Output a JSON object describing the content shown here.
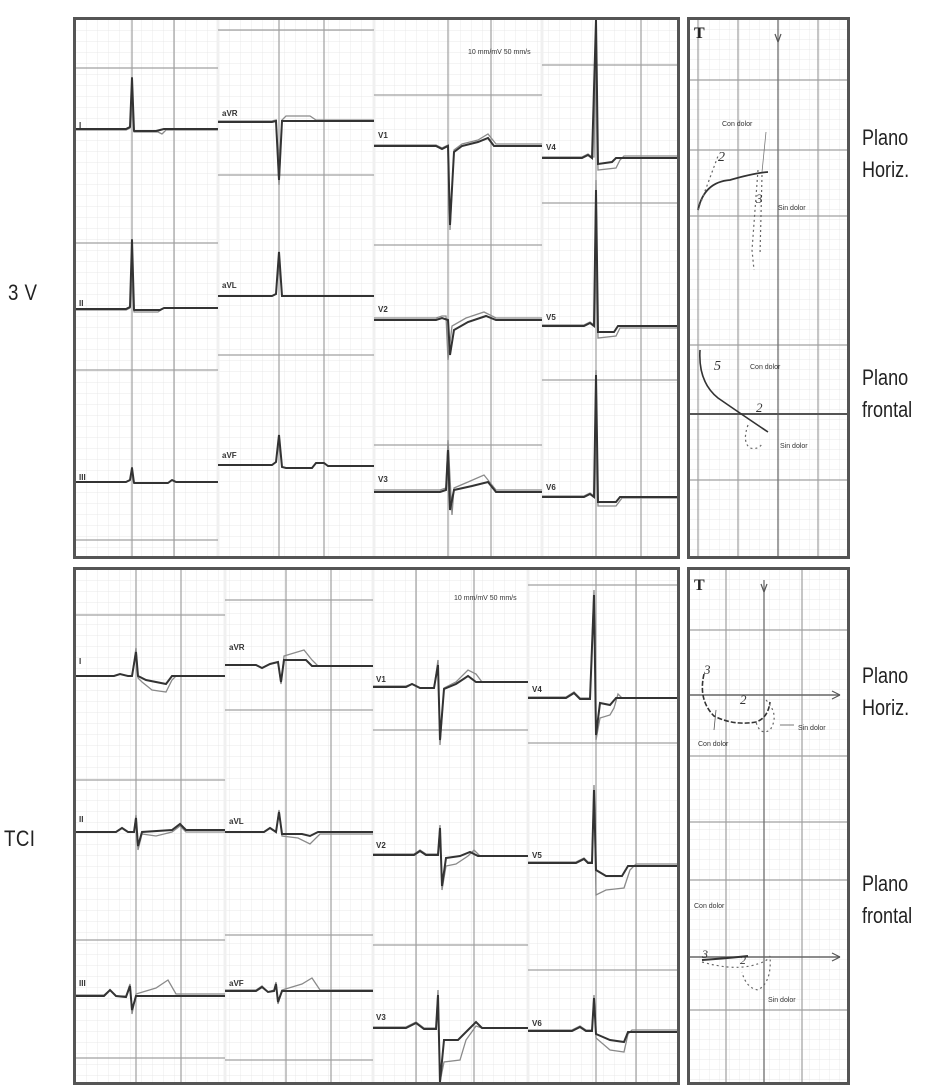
{
  "figure": {
    "rows": [
      {
        "id": "3v",
        "label": "3 V",
        "ecg_panel": {
          "calibration": "10 mm/mV  50 mm/s",
          "leads": {
            "col1": [
              "I",
              "II",
              "III"
            ],
            "col2": [
              "aVR",
              "aVL",
              "aVF"
            ],
            "col3": [
              "V1",
              "V2",
              "V3"
            ],
            "col4": [
              "V4",
              "V5",
              "V6"
            ]
          }
        },
        "vcg_panel": {
          "corner_label": "T",
          "horizontal": {
            "loop_with_pain": "Con dolor",
            "loop_without_pain": "Sin dolor",
            "marker_a": "2",
            "marker_b": "3"
          },
          "frontal": {
            "loop_with_pain": "Con dolor",
            "loop_without_pain": "Sin dolor",
            "marker_a": "5",
            "marker_b": "2"
          }
        },
        "plane_labels": {
          "horizontal": [
            "Plano",
            "Horiz."
          ],
          "frontal": [
            "Plano",
            "frontal"
          ]
        }
      },
      {
        "id": "tci",
        "label": "TCI",
        "ecg_panel": {
          "calibration": "10 mm/mV  50 mm/s",
          "leads": {
            "col1": [
              "I",
              "II",
              "III"
            ],
            "col2": [
              "aVR",
              "aVL",
              "aVF"
            ],
            "col3": [
              "V1",
              "V2",
              "V3"
            ],
            "col4": [
              "V4",
              "V5",
              "V6"
            ]
          }
        },
        "vcg_panel": {
          "corner_label": "T",
          "horizontal": {
            "loop_with_pain": "Con dolor",
            "loop_without_pain": "Sin dolor",
            "marker_a": "3",
            "marker_b": "2"
          },
          "frontal": {
            "loop_with_pain": "Con dolor",
            "loop_without_pain": "Sin dolor",
            "marker_a": "3",
            "marker_b": "2"
          }
        },
        "plane_labels": {
          "horizontal": [
            "Plano",
            "Horiz."
          ],
          "frontal": [
            "Plano",
            "frontal"
          ]
        }
      }
    ],
    "colors": {
      "border": "#555555",
      "grid_major": "#9a9a9a",
      "grid_minor": "#dcdcdc",
      "trace_dark": "#333333",
      "trace_light": "#8a8a8a"
    }
  }
}
